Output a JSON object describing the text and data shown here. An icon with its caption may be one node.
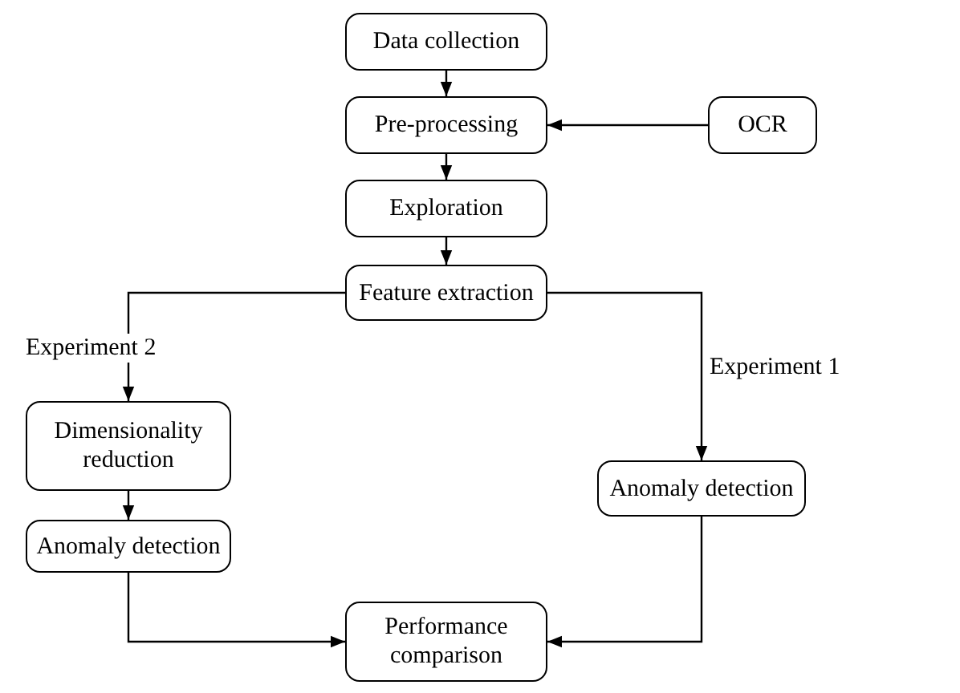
{
  "diagram": {
    "nodes": [
      {
        "text": [
          "Data collection"
        ]
      },
      {
        "text": [
          "Pre-processing"
        ]
      },
      {
        "text": [
          "OCR"
        ]
      },
      {
        "text": [
          "Exploration"
        ]
      },
      {
        "text": [
          "Feature extraction"
        ]
      },
      {
        "text": [
          "Dimensionality reduction"
        ]
      },
      {
        "text": [
          "Anomaly detection"
        ]
      },
      {
        "text": [
          "Anomaly detection"
        ]
      },
      {
        "text": [
          "Performance comparison"
        ]
      }
    ],
    "edges": [
      {
        "from": 0,
        "to": 1,
        "arrow": "to"
      },
      {
        "from": 2,
        "to": 1,
        "arrow": "to"
      },
      {
        "from": 1,
        "to": 3,
        "arrow": "to"
      },
      {
        "from": 3,
        "to": 4,
        "arrow": "to"
      },
      {
        "from": 4,
        "to": 5,
        "arrow": "to",
        "label": "Experiment 2"
      },
      {
        "from": 4,
        "to": 7,
        "arrow": "to",
        "label": "Experiment 1"
      },
      {
        "from": 5,
        "to": 6,
        "arrow": "to"
      },
      {
        "from": 6,
        "to": 8,
        "arrow": "to"
      },
      {
        "from": 7,
        "to": 8,
        "arrow": "to"
      }
    ]
  }
}
